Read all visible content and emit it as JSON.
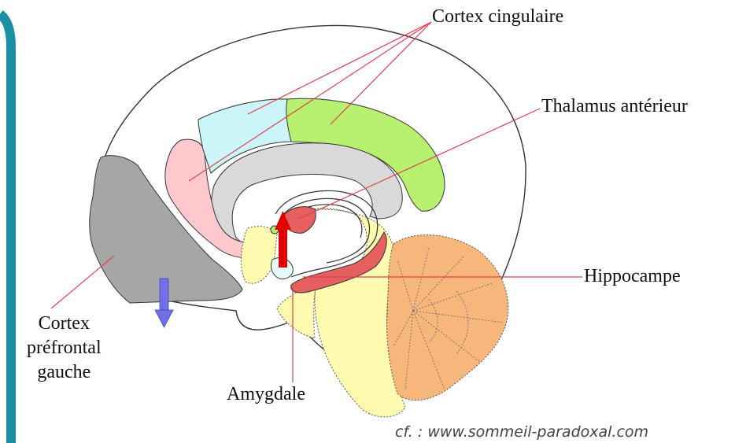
{
  "labels": {
    "cortex_cingulaire": "Cortex cingulaire",
    "thalamus_anterieur": "Thalamus antérieur",
    "hippocampe": "Hippocampe",
    "amygdale": "Amygdale",
    "cortex_prefrontal": [
      "Cortex",
      "préfrontal",
      "gauche"
    ]
  },
  "source": "cf. : www.sommeil-paradoxal.com",
  "colors": {
    "frame": "#1b8fa3",
    "outline": "#333333",
    "leader": "#e04050",
    "cingulate_anterior": "#ccf5fa",
    "cingulate_posterior": "#b8f070",
    "cingulate_subgenual": "#ffc8cc",
    "corpus_callosum": "#d9d9d9",
    "prefrontal": "#a6a6a6",
    "brainstem": "#fffbb0",
    "cerebellum": "#f7b77a",
    "limbic_red": "#e66060",
    "red_arrow": "#e00000",
    "blue_arrow": "#7070e8"
  }
}
